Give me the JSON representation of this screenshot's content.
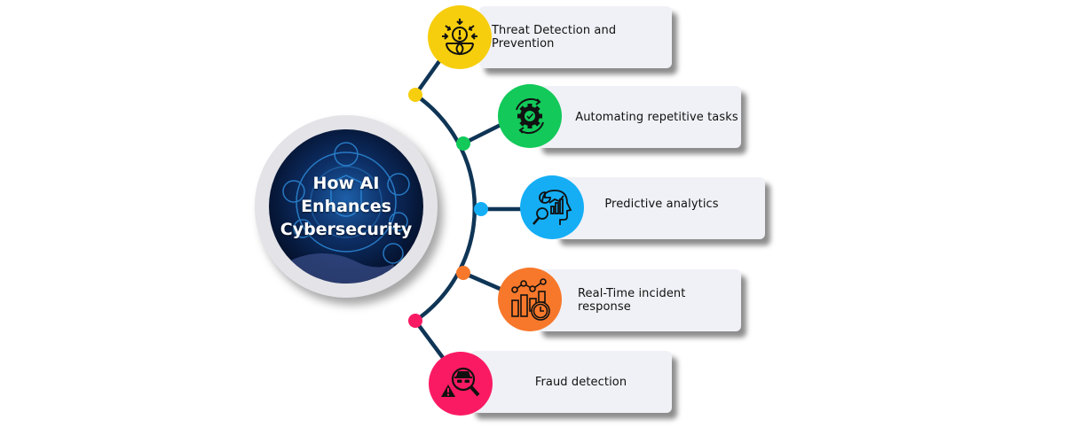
{
  "hub": {
    "title_lines": [
      "How AI",
      "Enhances",
      "Cybersecurity"
    ],
    "ring_color": "#e3e3e8"
  },
  "connector": {
    "color": "#0f3556"
  },
  "items": [
    {
      "label": "Threat Detection and Prevention",
      "icon": "threat-alert-globe-icon",
      "color": "#f6ce0e"
    },
    {
      "label": "Automating repetitive tasks",
      "icon": "gear-check-cycle-icon",
      "color": "#12c95a"
    },
    {
      "label": "Predictive analytics",
      "icon": "head-analytics-magnifier-icon",
      "color": "#15aef5"
    },
    {
      "label": "Real-Time incident response",
      "icon": "chart-clock-icon",
      "color": "#f7782b"
    },
    {
      "label": "Fraud detection",
      "icon": "spy-magnifier-warning-icon",
      "color": "#fa1a63"
    }
  ]
}
